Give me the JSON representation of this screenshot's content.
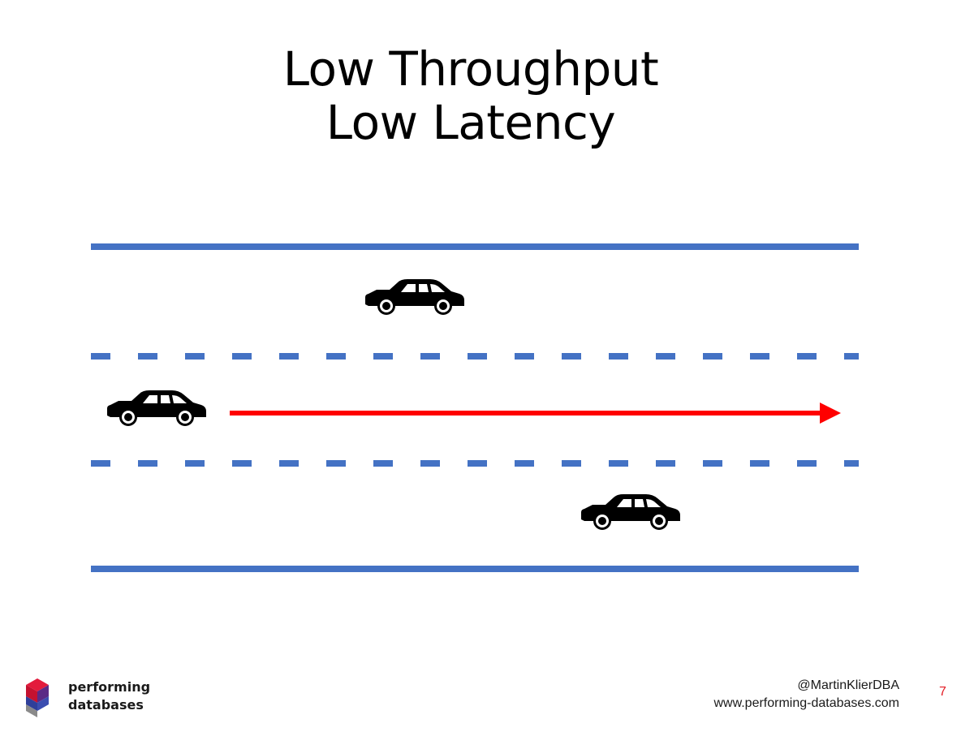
{
  "slide": {
    "title_line1": "Low Throughput",
    "title_line2": "Low Latency",
    "page_number": "7"
  },
  "diagram": {
    "lane_line_color": "#4472c4",
    "arrow_color": "#ff0000",
    "car_color": "#000000",
    "lanes": [
      "top",
      "middle",
      "bottom"
    ],
    "cars": [
      {
        "lane": "top",
        "icon": "car-icon"
      },
      {
        "lane": "middle",
        "icon": "car-icon"
      },
      {
        "lane": "bottom",
        "icon": "car-icon"
      }
    ],
    "arrow": {
      "lane": "middle",
      "direction": "right"
    }
  },
  "footer": {
    "logo_line1": "performing",
    "logo_line2": "databases",
    "handle": "@MartinKlierDBA",
    "website": "www.performing-databases.com"
  }
}
